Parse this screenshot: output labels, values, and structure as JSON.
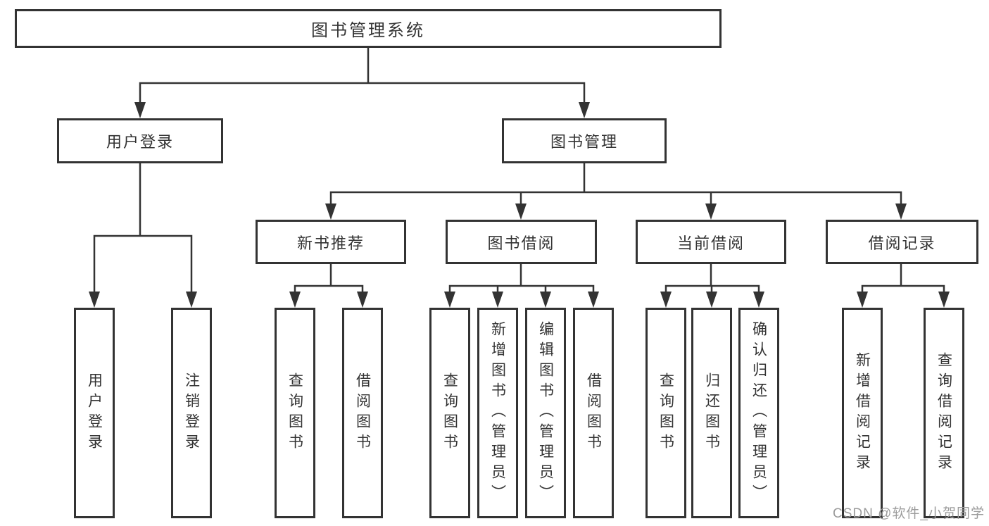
{
  "diagram": {
    "root": "图书管理系统",
    "level2": {
      "user_login": "用户登录",
      "book_management": "图书管理"
    },
    "level3": {
      "new_book_recommend": "新书推荐",
      "book_borrow": "图书借阅",
      "current_borrow": "当前借阅",
      "borrow_records": "借阅记录"
    },
    "leaves": {
      "login": [
        "用户登录",
        "注销登录"
      ],
      "recommend": [
        "查询图书",
        "借阅图书"
      ],
      "borrow": [
        "查询图书",
        "新增图书（管理员）",
        "编辑图书（管理员）",
        "借阅图书"
      ],
      "current": [
        "查询图书",
        "归还图书",
        "确认归还（管理员）"
      ],
      "records": [
        "新增借阅记录",
        "查询借阅记录"
      ]
    }
  },
  "watermark": "CSDN @软件_小贺同学",
  "colors": {
    "line": "#333333",
    "box_border": "#333333",
    "text": "#333333",
    "watermark": "#9c9c9c",
    "background": "#ffffff"
  }
}
